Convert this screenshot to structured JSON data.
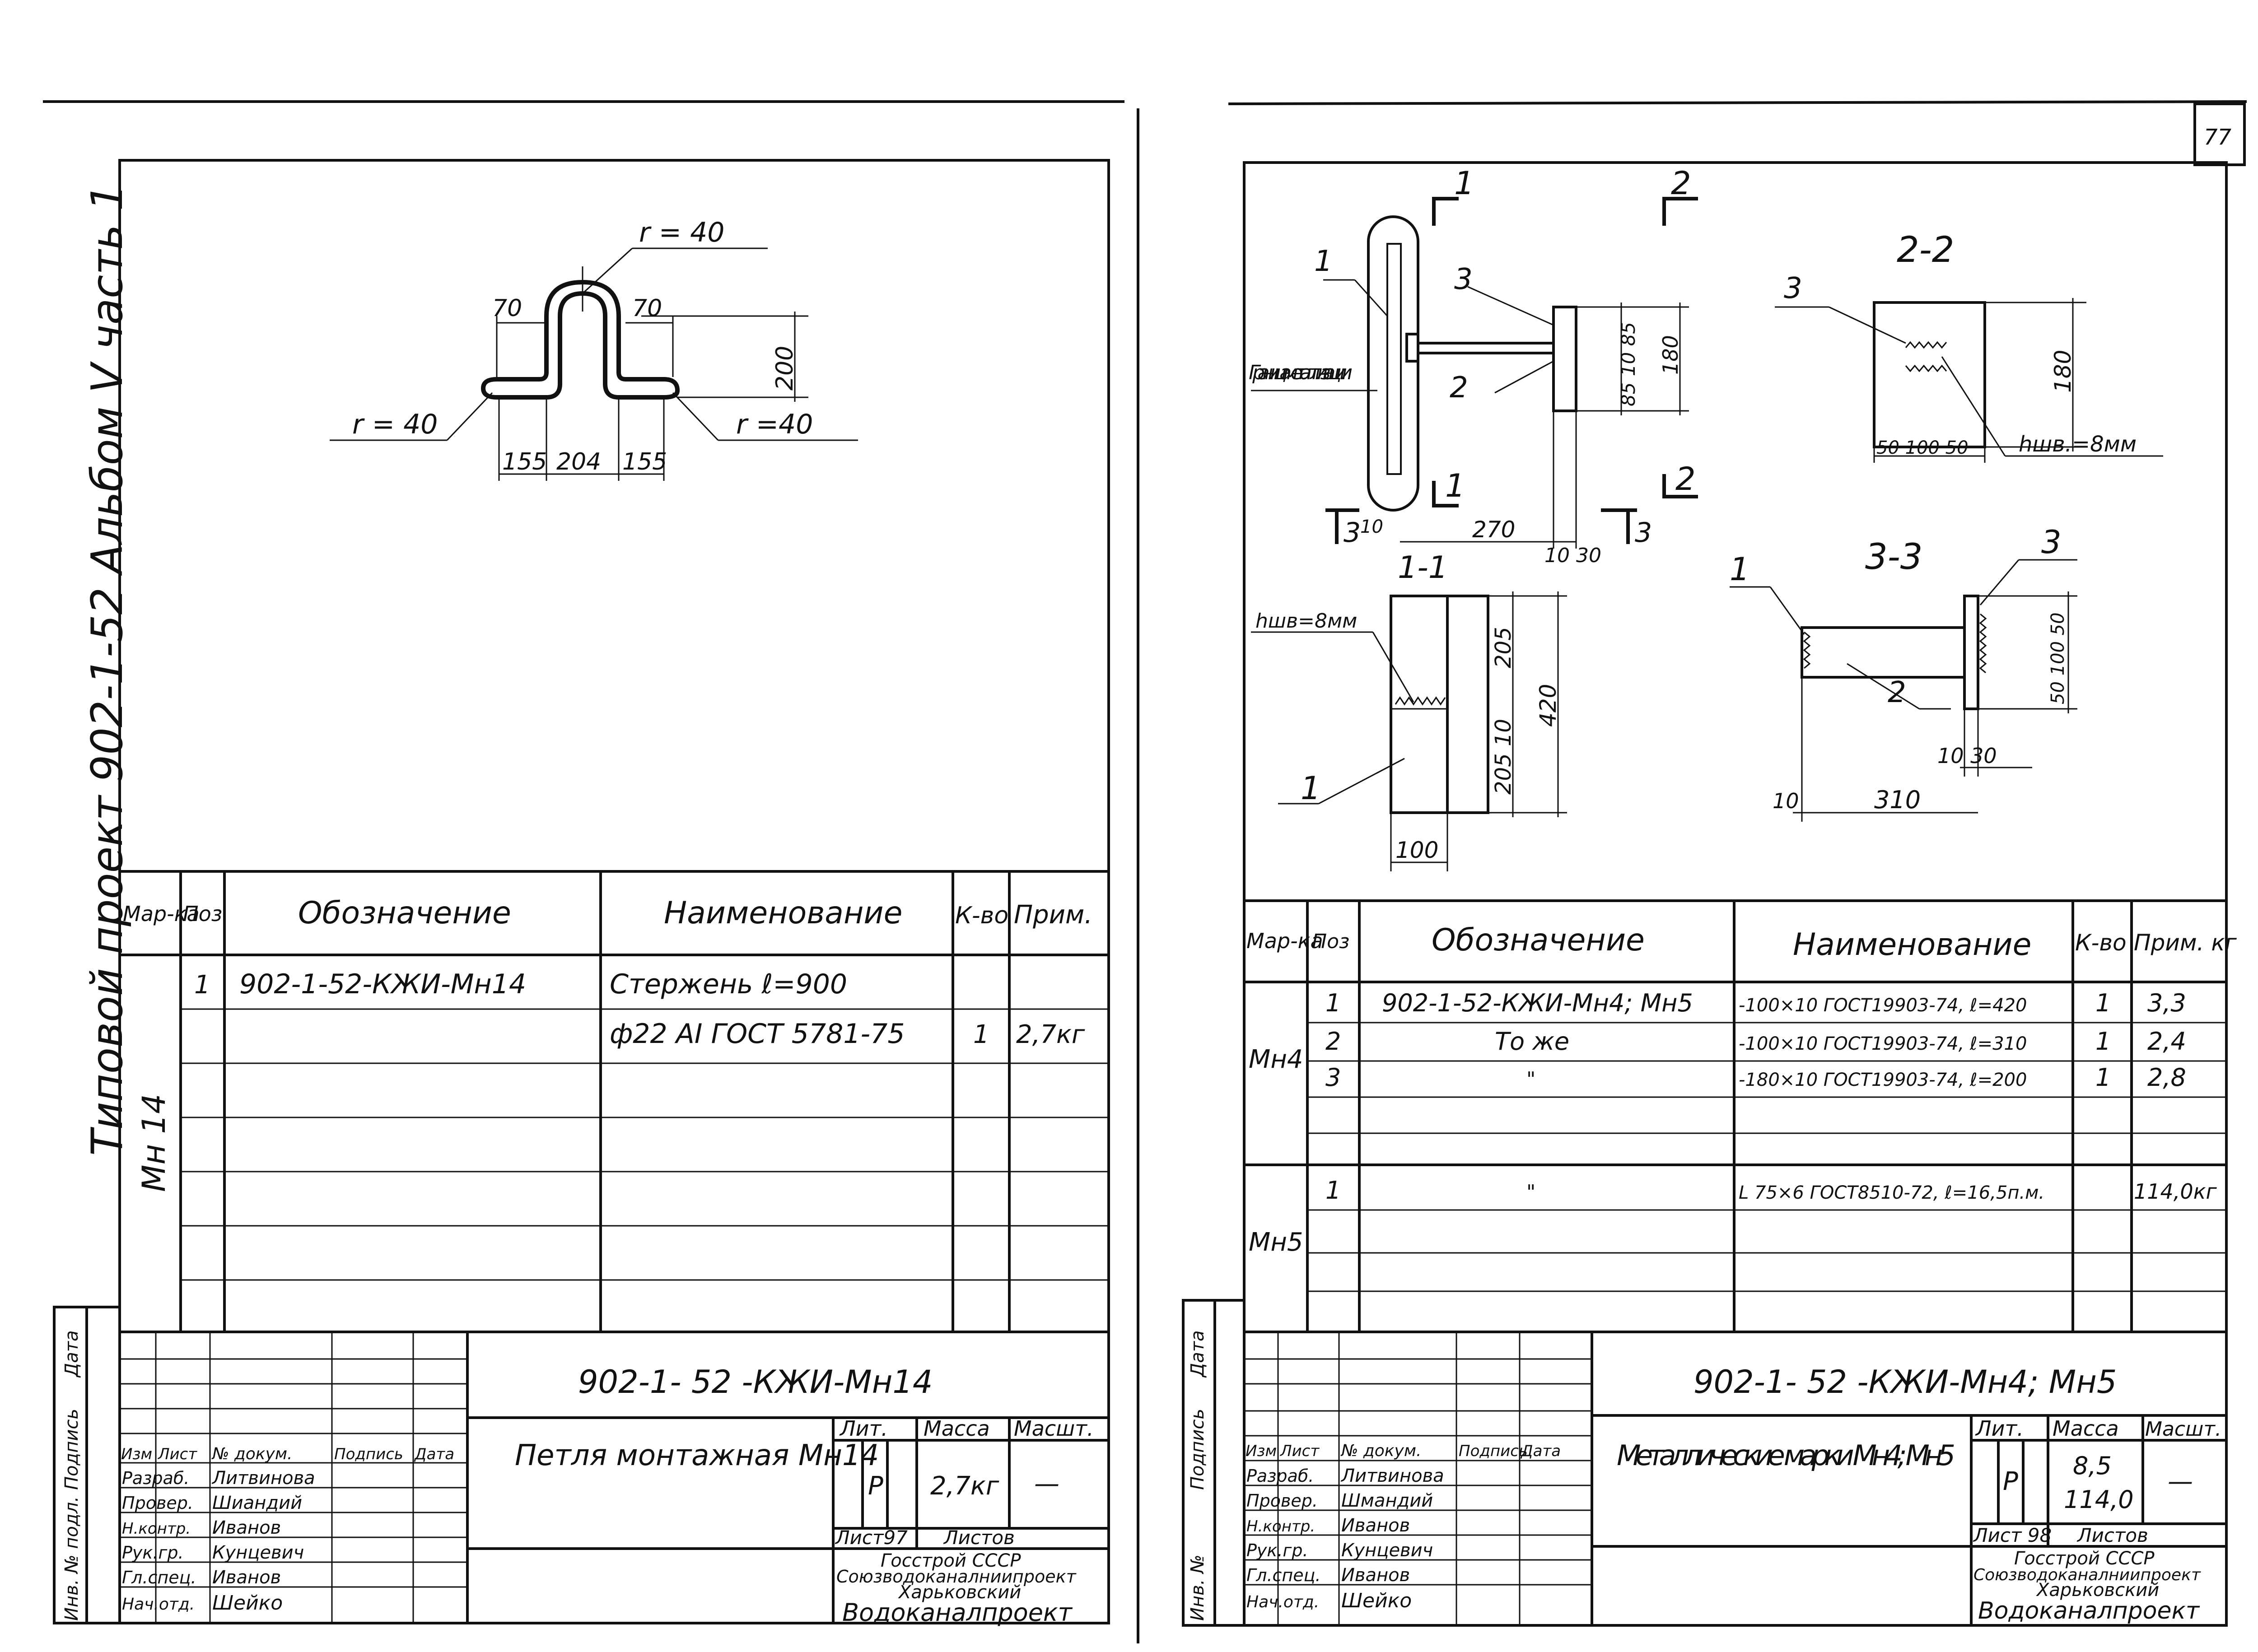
{
  "left_sheet": {
    "side_caption": "Типовой проект 902-1-52 Альбом V часть 1",
    "drawing": {
      "radius_top": "r = 40",
      "radius_left": "r = 40",
      "radius_right": "r =40",
      "dim_70_left": "70",
      "dim_70_right": "70",
      "dim_200": "200",
      "dim_155_left": "155",
      "dim_204": "204",
      "dim_155_right": "155"
    },
    "spec": {
      "headers": [
        "Мар-ка",
        "Поз",
        "Обозначение",
        "Наименование",
        "К-во",
        "Прим."
      ],
      "mark": "Мн 14",
      "rows": [
        {
          "pos": "1",
          "designation": "902-1-52-КЖИ-Мн14",
          "name": "Стержень  ℓ=900",
          "qty": "",
          "note": ""
        },
        {
          "pos": "",
          "designation": "",
          "name": "ф22  AI ГОСТ 5781-75",
          "qty": "1",
          "note": "2,7кг"
        }
      ]
    },
    "title_block": {
      "code": "902-1- 52  -КЖИ-Мн14",
      "title": "Петля  монтажная Мн14",
      "lit_label": "Лит.",
      "mass_label": "Масса",
      "scale_label": "Масшт.",
      "lit": "Р",
      "mass": "2,7кг",
      "scale": "—",
      "sheet_label": "Лист97",
      "sheets_label": "Листов",
      "org1": "Госстрой СССР",
      "org2": "Союзводоканалниипроект",
      "org3": "Харьковский",
      "org4": "Водоканалпроект",
      "rev_headers": [
        "Изм",
        "Лист",
        "№ докум.",
        "Подпись",
        "Дата"
      ],
      "staff": [
        {
          "role": "Разраб.",
          "name": "Литвинова"
        },
        {
          "role": "Провер.",
          "name": "Шиандий"
        },
        {
          "role": "Н.контр.",
          "name": "Иванов"
        },
        {
          "role": "Рук.гр.",
          "name": "Кунцевич"
        },
        {
          "role": "Гл.спец.",
          "name": "Иванов"
        },
        {
          "role": "Нач.отд.",
          "name": "Шейко"
        }
      ],
      "margin_labels": [
        "Инв. № подл.",
        "Подпись",
        "Дата"
      ]
    }
  },
  "right_sheet": {
    "corner_number": "77",
    "drawing": {
      "section_1": "1",
      "section_2": "2",
      "section_3": "3",
      "pos_1": "1",
      "pos_2": "2",
      "pos_3": "3",
      "metal_boundary": "Граница металли-зации",
      "dim_85_10_85": "85 10 85",
      "dim_180": "180",
      "dim_270": "270",
      "dim_10a": "10",
      "dim_10_30": "10 30",
      "section_11_title": "1-1",
      "weld_11": "hшв=8мм",
      "dim_205_top": "205",
      "dim_205_10": "205 10",
      "dim_420": "420",
      "dim_100": "100",
      "section_22_title": "2-2",
      "dim_180_22": "180",
      "dim_50_100_50": "50 100 50",
      "weld_22": "hшв.=8мм",
      "section_33_title": "3-3",
      "dim_50_100_50_v": "50 100 50",
      "dim_10_30_b": "10 30",
      "dim_10b": "10",
      "dim_310": "310"
    },
    "spec": {
      "headers": [
        "Мар-ка",
        "Поз",
        "Обозначение",
        "Наименование",
        "К-во",
        "Прим. кг"
      ],
      "groups": [
        {
          "mark": "Мн4",
          "rows": [
            {
              "pos": "1",
              "designation": "902-1-52-КЖИ-Мн4; Мн5",
              "name": "-100×10 ГОСТ19903-74, ℓ=420",
              "qty": "1",
              "note": "3,3"
            },
            {
              "pos": "2",
              "designation": "То же",
              "name": "-100×10 ГОСТ19903-74, ℓ=310",
              "qty": "1",
              "note": "2,4"
            },
            {
              "pos": "3",
              "designation": "\"",
              "name": "-180×10 ГОСТ19903-74, ℓ=200",
              "qty": "1",
              "note": "2,8"
            }
          ]
        },
        {
          "mark": "Мн5",
          "rows": [
            {
              "pos": "1",
              "designation": "\"",
              "name": "L 75×6 ГОСТ8510-72, ℓ=16,5п.м.",
              "qty": "",
              "note": "114,0кг"
            }
          ]
        }
      ]
    },
    "title_block": {
      "code": "902-1- 52  -КЖИ-Мн4; Мн5",
      "title": "Металлические марки Мн4; Мн5",
      "lit_label": "Лит.",
      "mass_label": "Масса",
      "scale_label": "Масшт.",
      "lit": "Р",
      "mass1": "8,5",
      "mass2": "114,0",
      "scale": "—",
      "sheet_label": "Лист 98",
      "sheets_label": "Листов",
      "org1": "Госстрой СССР",
      "org2": "Союзводоканалниипроект",
      "org3": "Харьковский",
      "org4": "Водоканалпроект",
      "rev_headers": [
        "Изм",
        "Лист",
        "№ докум.",
        "Подпись",
        "Дата"
      ],
      "staff": [
        {
          "role": "Разраб.",
          "name": "Литвинова"
        },
        {
          "role": "Провер.",
          "name": "Шмандий"
        },
        {
          "role": "Н.контр.",
          "name": "Иванов"
        },
        {
          "role": "Рук.гр.",
          "name": "Кунцевич"
        },
        {
          "role": "Гл.спец.",
          "name": "Иванов"
        },
        {
          "role": "Нач.отд.",
          "name": "Шейко"
        }
      ],
      "margin_labels": [
        "Инв. №",
        "Подпись",
        "Дата"
      ]
    }
  }
}
